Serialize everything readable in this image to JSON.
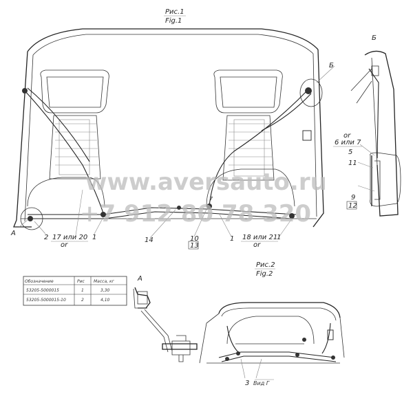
{
  "figures": {
    "fig1_ru": "Рис.1",
    "fig1_en": "Fig.1",
    "fig2_ru": "Рис.2",
    "fig2_en": "Fig.2"
  },
  "views": {
    "view_a": "А",
    "view_a_small": "А",
    "view_b": "Б",
    "view_b_callout": "Б"
  },
  "callouts": {
    "c_2": "2",
    "c_17_20": "17 или 20",
    "c_or_1": "or",
    "c_1a": "1",
    "c_14": "14",
    "c_10": "10",
    "c_13": "13",
    "c_7": "7",
    "c_1b": "1",
    "c_18_21": "18 или 21",
    "c_or_2": "or",
    "c_1c": "1",
    "c_or_3": "or",
    "c_6_7": "6 или 7",
    "c_5": "5",
    "c_11": "11",
    "c_9": "9",
    "c_12": "12",
    "c_3": "3",
    "c_3_note": "Вид Г"
  },
  "table": {
    "headers": [
      "Обозначение",
      "Рис",
      "Масса, кг"
    ],
    "rows": [
      [
        "53205-5000015",
        "1",
        "3,30"
      ],
      [
        "53205-5000015-10",
        "2",
        "4,10"
      ]
    ]
  },
  "watermark": {
    "url": "www.aversauto.ru",
    "phone": "+7 912 80 78 320"
  }
}
